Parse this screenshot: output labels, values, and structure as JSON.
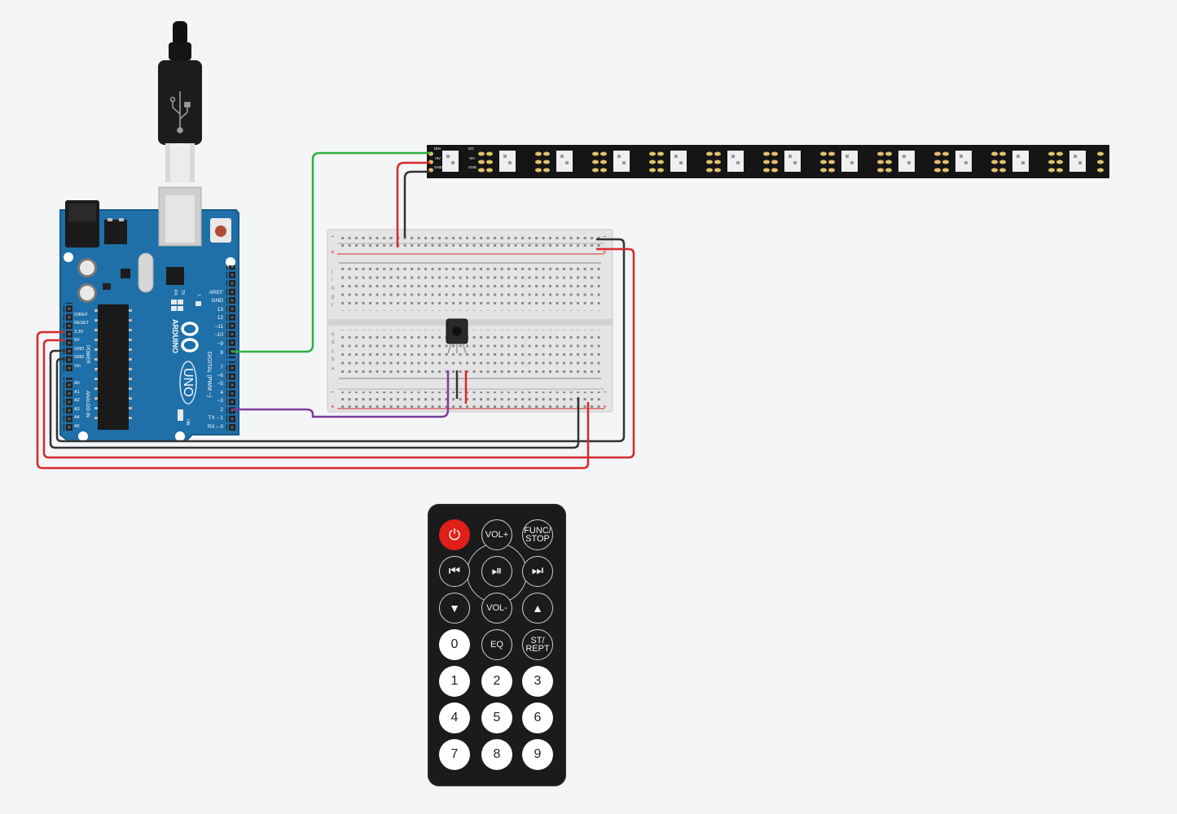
{
  "arduino": {
    "brand": "ARDUINO",
    "model": "UNO",
    "power_header_label": "POWER",
    "analog_header_label": "ANALOG IN",
    "digital_header_label": "DIGITAL (PWM ~)",
    "power_pins": [
      "IOREF",
      "RESET",
      "3.3V",
      "5V",
      "GND",
      "GND",
      "Vin"
    ],
    "analog_pins": [
      "A0",
      "A1",
      "A2",
      "A3",
      "A4",
      "A5"
    ],
    "digital_pins_upper": [
      "AREF",
      "GND",
      "13",
      "12",
      "~11",
      "~10",
      "~9",
      "8"
    ],
    "digital_pins_lower": [
      "7",
      "~6",
      "~5",
      "4",
      "~3",
      "2",
      "TX→1",
      "RX←0"
    ],
    "led_labels": [
      "L",
      "TX",
      "RX"
    ],
    "on_label": "ON"
  },
  "breadboard": {
    "row_labels_top": [
      "j",
      "i",
      "h",
      "g",
      "f"
    ],
    "row_labels_bottom": [
      "e",
      "d",
      "c",
      "b",
      "a"
    ],
    "rail_minus": "−",
    "rail_plus": "+"
  },
  "led_strip": {
    "pad_labels": [
      "DIN",
      "+5V",
      "GND"
    ],
    "out_labels": [
      "DO",
      "+5V",
      "GND"
    ]
  },
  "remote": {
    "buttons": [
      {
        "name": "power-button",
        "label": "⏻",
        "style": "power"
      },
      {
        "name": "vol-up-button",
        "label": "VOL+",
        "style": "dark"
      },
      {
        "name": "func-stop-button",
        "label": "FUNC/ STOP",
        "style": "dark"
      },
      {
        "name": "prev-button",
        "label": "⏮",
        "style": "dark"
      },
      {
        "name": "play-pause-button",
        "label": "⏯",
        "style": "dark"
      },
      {
        "name": "next-button",
        "label": "⏭",
        "style": "dark"
      },
      {
        "name": "down-button",
        "label": "▼",
        "style": "dark"
      },
      {
        "name": "vol-down-button",
        "label": "VOL-",
        "style": "dark"
      },
      {
        "name": "up-button",
        "label": "▲",
        "style": "dark"
      },
      {
        "name": "digit-0-button",
        "label": "0",
        "style": "light"
      },
      {
        "name": "eq-button",
        "label": "EQ",
        "style": "dark"
      },
      {
        "name": "st-rept-button",
        "label": "ST/ REPT",
        "style": "dark"
      },
      {
        "name": "digit-1-button",
        "label": "1",
        "style": "light"
      },
      {
        "name": "digit-2-button",
        "label": "2",
        "style": "light"
      },
      {
        "name": "digit-3-button",
        "label": "3",
        "style": "light"
      },
      {
        "name": "digit-4-button",
        "label": "4",
        "style": "light"
      },
      {
        "name": "digit-5-button",
        "label": "5",
        "style": "light"
      },
      {
        "name": "digit-6-button",
        "label": "6",
        "style": "light"
      },
      {
        "name": "digit-7-button",
        "label": "7",
        "style": "light"
      },
      {
        "name": "digit-8-button",
        "label": "8",
        "style": "light"
      },
      {
        "name": "digit-9-button",
        "label": "9",
        "style": "light"
      }
    ]
  },
  "colors": {
    "board_blue": "#1f6fa8",
    "wire_red": "#d42a2a",
    "wire_black": "#333333",
    "wire_green": "#2fb040",
    "wire_purple": "#7a3d96",
    "remote_body": "#1b1b1b",
    "power_red": "#e0201b"
  }
}
